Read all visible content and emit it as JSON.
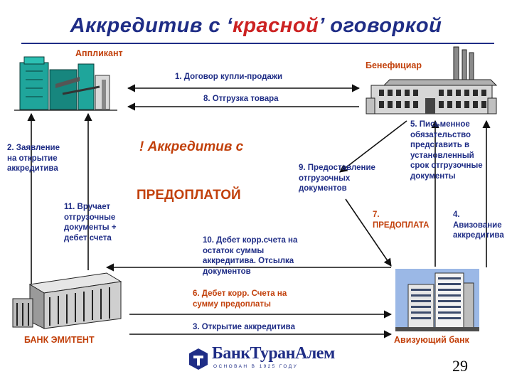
{
  "title": {
    "part1": "Аккредитив с ‘",
    "accent": "красной",
    "part2": "’ оговоркой"
  },
  "parties": {
    "applicant": "Аппликант",
    "beneficiary": "Бенефициар",
    "issuing_bank": "БАНК ЭМИТЕНТ",
    "advising_bank": "Авизующий банк"
  },
  "steps": {
    "s1": "1. Договор купли-продажи",
    "s2": "2. Заявление\nна открытие\nаккредитива",
    "s3": "3. Открытие аккредитива",
    "s4": "4.\nАвизование\nаккредитива",
    "s5": "5. Письменное\nобязательство\nпредставить в\nустановленный\nсрок отгрузочные\nдокументы",
    "s6": "6. Дебет корр. Счета на\nсумму предоплаты",
    "s7": "7.\nПРЕДОПЛАТА",
    "s8": "8. Отгрузка товара",
    "s9": "9. Предоставление\nотгрузочных\nдокументов",
    "s10": "10. Дебет корр.счета на\nостаток суммы\nаккредитива. Отсылка\nдокументов",
    "s11": "11. Вручает\nотгрузочные\nдокументы +\nдебет счета"
  },
  "callout": {
    "line1": "! Аккредитив с",
    "line2": "ПРЕДОПЛАТОЙ"
  },
  "logo": {
    "name": "БанкТуранАлем",
    "tagline": "ОСНОВАН В 1925 ГОДУ"
  },
  "page_number": "29",
  "colors": {
    "title": "#1f2d86",
    "accent": "#cc2222",
    "labels": "#1f2d86",
    "highlight": "#c2410c",
    "arrow": "#111111"
  }
}
